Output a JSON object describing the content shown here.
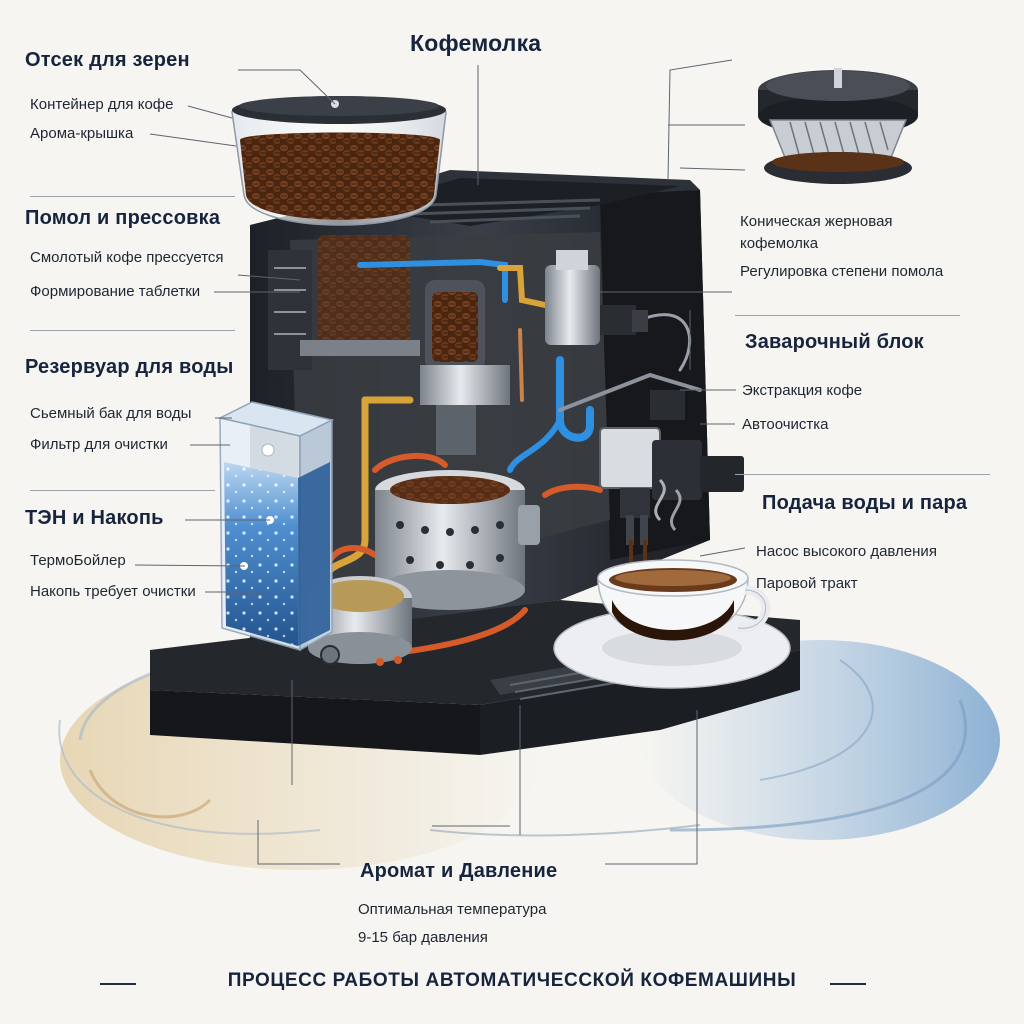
{
  "labels": {
    "bean_hopper": "Отсек для зерен",
    "coffee_container": "Контейнер для кофе",
    "aroma_lid": "Арома-крышка",
    "grinding_tamping": "Помол и прессовка",
    "ground_coffee_pressed": "Смолотый кофе прессуется",
    "tablet_forming": "Формирование таблетки",
    "water_reservoir": "Резервуар для воды",
    "removable_tank": "Сьемный бак для воды",
    "cleaning_filter": "Фильтр для очистки",
    "heater_scale": "ТЭН и Накопь",
    "thermoboiler": "ТермоБойлер",
    "scale_cleaning": "Накопь требует очистки",
    "grinder": "Кофемолка",
    "conical_burr": "Коническая жерновая",
    "conical_burr_2": "кофемолка",
    "grind_adjust": "Регулировка степени помола",
    "brewing_unit": "Заварочный блок",
    "coffee_extraction": "Экстракция кофе",
    "auto_cleaning": "Автоочистка",
    "water_steam_supply": "Подача воды и пара",
    "high_pressure_pump": "Насос высокого давления",
    "steam_path": "Паровой тракт",
    "aroma_pressure": "Аромат и Давление",
    "optimal_temperature": "Оптимальная температура",
    "bar_pressure": "9-15 бар давления"
  },
  "footer": {
    "title": "ПРОЦЕСС РАБОТЫ АВТОМАТИЧЕССКОЙ КОФЕМАШИНЫ"
  },
  "colors": {
    "heading": "#16243d",
    "text": "#1f2633",
    "machine_body": "#2b2f36",
    "water": "#4f8fd0",
    "coffee": "#5a3218",
    "copper_pipe": "#d65a2a",
    "brass_pipe": "#d8a43a",
    "blue_pipe": "#2f8fe0"
  }
}
